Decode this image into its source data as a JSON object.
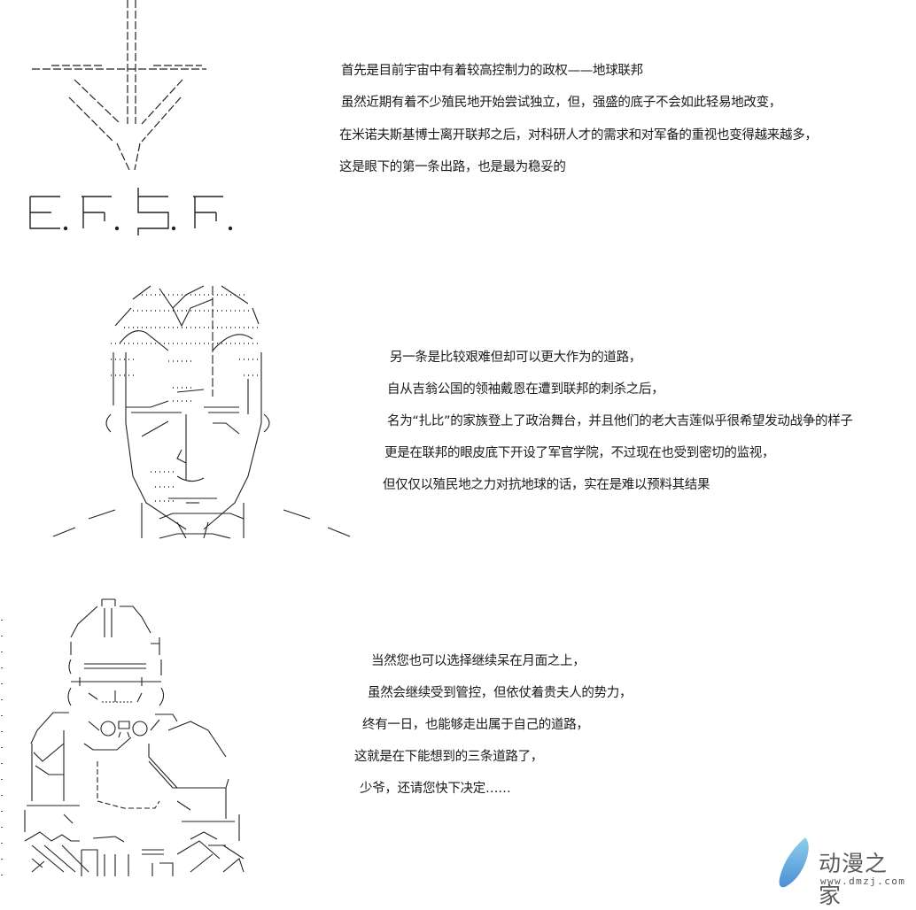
{
  "section1": {
    "art": {
      "icon": "efsf-emblem-icon",
      "caption": "E.F.S.F."
    },
    "lines": [
      "首先是目前宇宙中有着较高控制力的政权——地球联邦",
      "虽然近期有着不少殖民地开始尝试独立，但，强盛的底子不会如此轻易地改变，",
      "在米诺夫斯基博士离开联邦之后，对科研人才的需求和对军备的重视也变得越来越多，",
      "这是眼下的第一条出路，也是最为稳妥的"
    ]
  },
  "section2": {
    "art": {
      "icon": "zabi-portrait-ascii-art"
    },
    "lines": [
      "另一条是比较艰难但却可以更大作为的道路，",
      "自从吉翁公国的领袖戴恩在遭到联邦的刺杀之后，",
      "名为“扎比”的家族登上了政治舞台，并且他们的老大吉莲似乎很希望发动战争的样子",
      "更是在联邦的眼皮底下开设了军官学院，不过现在也受到密切的监视，",
      "但仅仅以殖民地之力对抗地球的话，实在是难以预料其结果"
    ]
  },
  "section3": {
    "art": {
      "icon": "helmeted-figure-ascii-art"
    },
    "lines": [
      "当然您也可以选择继续呆在月面之上，",
      "虽然会继续受到管控，但依仗着贵夫人的势力，",
      "终有一日，也能够走出属于自己的道路，",
      "这就是在下能想到的三条道路了，",
      "少爷，还请您快下决定……"
    ]
  },
  "watermark": {
    "name": "动漫之家",
    "url": "www.dmzj.com",
    "icon": "water-drop-logo-icon",
    "colors": {
      "drop": "#4aa8d8",
      "text": "#5b5b5b"
    }
  }
}
